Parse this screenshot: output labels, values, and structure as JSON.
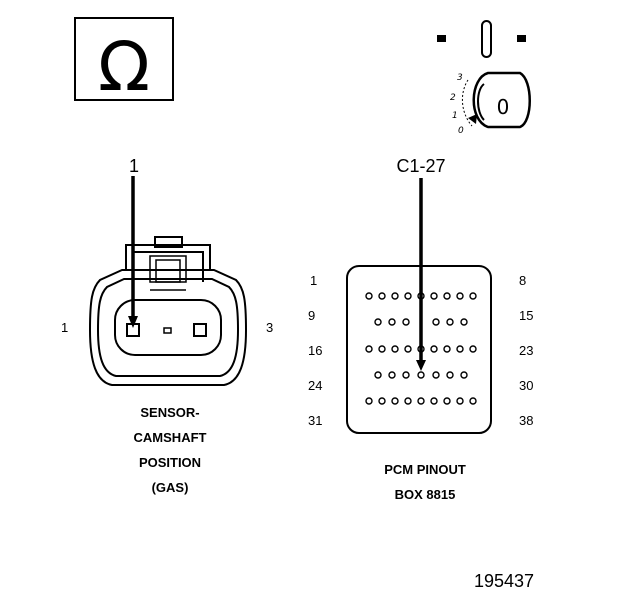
{
  "figure_id": "195437",
  "ohm_symbol": "Ω",
  "ignition_key": {
    "label": "0",
    "positions": [
      "3",
      "2",
      "1",
      "0"
    ]
  },
  "sensor": {
    "probe_label": "1",
    "pin_left": "1",
    "pin_right": "3",
    "caption_lines": [
      "SENSOR-",
      "CAMSHAFT",
      "POSITION",
      "(GAS)"
    ]
  },
  "pcm": {
    "probe_label": "C1-27",
    "row_start_labels": [
      "1",
      "9",
      "16",
      "24",
      "31"
    ],
    "row_end_labels": [
      "8",
      "15",
      "23",
      "30",
      "38"
    ],
    "caption_lines": [
      "PCM PINOUT",
      "BOX 8815"
    ]
  }
}
